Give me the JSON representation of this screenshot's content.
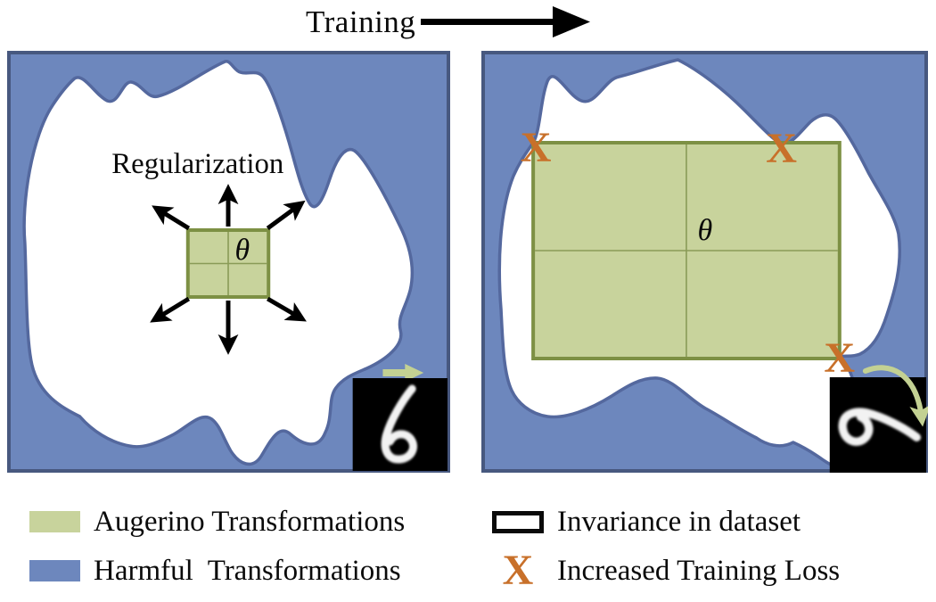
{
  "header": {
    "title": "Training",
    "arrow_icon": "training-direction-right-arrow"
  },
  "colors": {
    "harmful_blue": "#6d87bd",
    "panel_border": "#47587f",
    "blob_outline": "#54689e",
    "invariance_white": "#ffffff",
    "augerino_green": "#c8d39c",
    "augerino_border": "#7d9044",
    "grid_line_green": "#8a9b57",
    "loss_orange": "#c8702a",
    "soft_green_arrow": "#c3d193",
    "arrow_black": "#000000",
    "mnist_bg": "#000000"
  },
  "left_panel": {
    "region_label": "Regularization",
    "theta": "θ",
    "mnist_icon": "mnist-digit-6",
    "transform_icon": "translate-right-arrow"
  },
  "right_panel": {
    "theta": "θ",
    "x_marks": [
      "X",
      "X",
      "X"
    ],
    "mnist_icon": "mnist-digit-6-rotated",
    "transform_icon": "rotate-clockwise-arrow"
  },
  "legend": {
    "items": [
      {
        "key": "augerino",
        "swatch": "green-fill-swatch",
        "label": "Augerino Transformations"
      },
      {
        "key": "invariance",
        "swatch": "outlined-rect-swatch",
        "label": "Invariance in dataset"
      },
      {
        "key": "harmful",
        "swatch": "blue-fill-swatch",
        "label": "Harmful  Transformations"
      },
      {
        "key": "loss",
        "swatch": "orange-x-swatch",
        "label": "Increased Training Loss"
      }
    ]
  }
}
